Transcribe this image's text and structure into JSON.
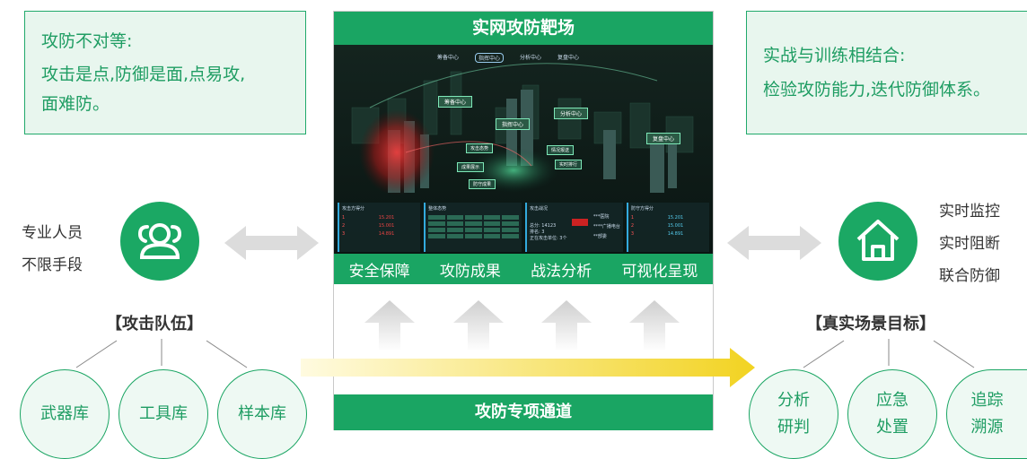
{
  "left_note": {
    "line1": "攻防不对等:",
    "line2": "攻击是点,防御是面,点易攻,",
    "line3": "面难防。"
  },
  "right_note": {
    "line1": "实战与训练相结合:",
    "line2": "检验攻防能力,迭代防御体系。"
  },
  "center": {
    "title": "实网攻防靶场",
    "features": [
      "安全保障",
      "攻防成果",
      "战法分析",
      "可视化呈现"
    ],
    "channel": "攻防专项通道"
  },
  "screen": {
    "top_nav": [
      "筹备中心",
      "指挥中心",
      "分析中心",
      "复盘中心"
    ],
    "map_labels": [
      "筹备中心",
      "指挥中心",
      "分析中心",
      "复盘中心",
      "攻击态势",
      "情况报送",
      "成果展示",
      "实时排行",
      "防守成果"
    ],
    "panels": [
      "攻击方得分",
      "整体态势",
      "攻击战况",
      "防守方得分"
    ],
    "scores_left": [
      "15.201",
      "15.001",
      "14.891"
    ],
    "scores_right": [
      "15.201",
      "15.001",
      "14.891"
    ],
    "attack_stats": [
      "总分: 14123",
      "排名: 3",
      "正在攻击单位: 3个"
    ],
    "attack_targets": [
      "***医院",
      "****广播电台",
      "**部委"
    ]
  },
  "attack_team": {
    "people": [
      "专业人员",
      "不限手段"
    ],
    "title": "【攻击队伍】",
    "items": [
      "武器库",
      "工具库",
      "样本库"
    ]
  },
  "target": {
    "actions": [
      "实时监控",
      "实时阻断",
      "联合防御"
    ],
    "title": "【真实场景目标】",
    "items": [
      [
        "分析",
        "研判"
      ],
      [
        "应急",
        "处置"
      ],
      [
        "追踪",
        "溯源"
      ]
    ]
  },
  "colors": {
    "green": "#1aa563",
    "light_green": "#e8f6ee",
    "gray_arrow": "#d9d9d9",
    "yellow": "#f3d72a"
  }
}
